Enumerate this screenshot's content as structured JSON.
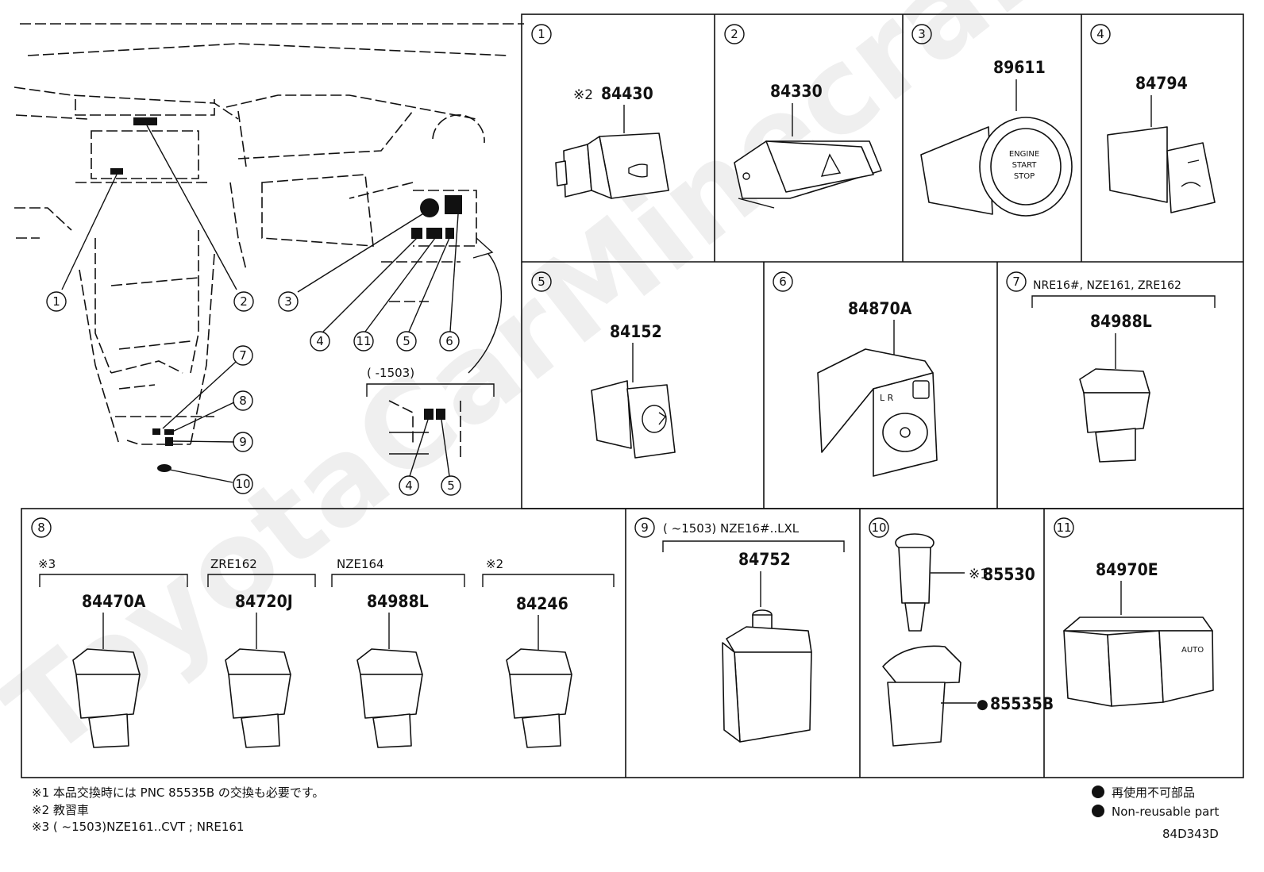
{
  "callouts": [
    "1",
    "2",
    "3",
    "4",
    "5",
    "6",
    "7",
    "8",
    "9",
    "10",
    "11"
  ],
  "overview": {
    "sub_label": "(        -1503)"
  },
  "cells": {
    "c1": {
      "num": "1",
      "note": "※2",
      "part": "84430"
    },
    "c2": {
      "num": "2",
      "part": "84330"
    },
    "c3": {
      "num": "3",
      "part": "89611",
      "button_text": [
        "ENGINE",
        "START",
        "STOP"
      ]
    },
    "c4": {
      "num": "4",
      "part": "84794"
    },
    "c5": {
      "num": "5",
      "part": "84152"
    },
    "c6": {
      "num": "6",
      "part": "84870A",
      "switch_text": "L   R"
    },
    "c7": {
      "num": "7",
      "models": "NRE16#, NZE161, ZRE162",
      "part": "84988L"
    },
    "c8": {
      "num": "8",
      "groups": [
        {
          "label": "※3",
          "part": "84470A"
        },
        {
          "label": "ZRE162",
          "part": "84720J"
        },
        {
          "label": "NZE164",
          "part": "84988L"
        },
        {
          "label": "※2",
          "part": "84246"
        }
      ]
    },
    "c9": {
      "num": "9",
      "models": "(        ~1503) NZE16#..LXL",
      "part": "84752"
    },
    "c10": {
      "num": "10",
      "part1_note": "※1",
      "part1": "85530",
      "part2_mark": "●",
      "part2": "85535B"
    },
    "c11": {
      "num": "11",
      "part": "84970E",
      "switch_text": "AUTO"
    }
  },
  "footnotes": [
    "※1 本品交換時には PNC 85535B の交換も必要です。",
    "※2 教習車",
    "※3 (        ~1503)NZE161..CVT ; NRE161"
  ],
  "legend": {
    "jp": "再使用不可部品",
    "en": "Non-reusable part",
    "code": "84D343D"
  },
  "watermark": "ToyotaCarMinecraft"
}
